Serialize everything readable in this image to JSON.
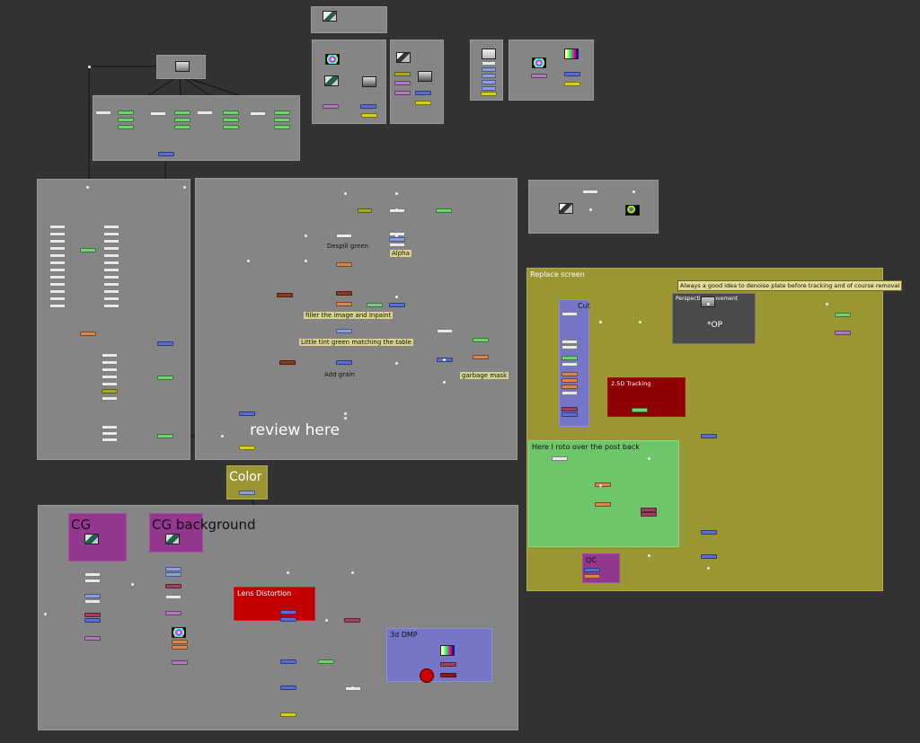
{
  "app": "node graph",
  "colors": {
    "background": "#333333",
    "backdrop_gray": "#858585",
    "backdrop_olive": "#9a9632",
    "backdrop_green": "#6dc66a",
    "backdrop_red": "#c20000",
    "backdrop_purple": "#93378f",
    "backdrop_blue": "#7676c8",
    "node_blue": "#5a6cd6",
    "node_green": "#6ed46e",
    "node_orange": "#d9854e",
    "node_yellow": "#d4cf1c",
    "node_violet": "#b07ab8",
    "node_white": "#e8e8e8",
    "node_maroon": "#a04060"
  },
  "backdrops": {
    "review": {
      "title": "review here"
    },
    "color": {
      "title": "Color"
    },
    "cg": {
      "title": "CG"
    },
    "cg_background": {
      "title": "CG background"
    },
    "lens_distortion": {
      "title": "Lens Distortion"
    },
    "dmp3d": {
      "title": "3d DMP"
    },
    "replace_screen": {
      "title": "Replace screen"
    },
    "tracking": {
      "title": "2.5D Tracking"
    },
    "perspective": {
      "title": "Perspective movement",
      "sub": "*OP"
    },
    "roto": {
      "title": "Here I roto over the post back"
    },
    "qc": {
      "title": "QC"
    },
    "cut": {
      "title": "Cut"
    }
  },
  "labels": {
    "despill": "Despill green",
    "alpha": "Alpha",
    "filler": "filler the image and Inpaint",
    "tint": "Little tint green matching the table",
    "grain": "Add grain",
    "garbage": "garbage mask",
    "denoise_note": "Always a good idea to denoise plate before tracking and of course removal"
  },
  "icons": [
    "image-thumbnail-icon",
    "color-wheel-icon",
    "color-bars-icon",
    "camera-icon"
  ]
}
